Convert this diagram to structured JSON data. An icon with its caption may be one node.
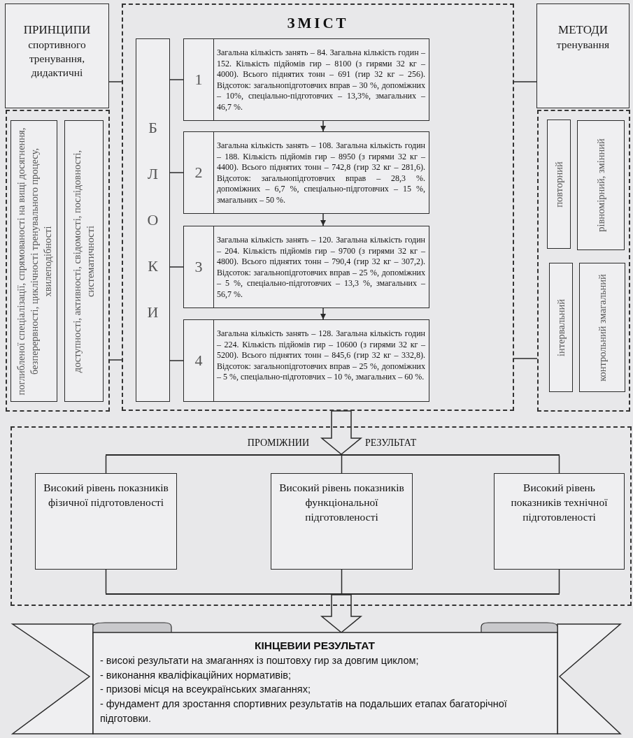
{
  "diagram": {
    "nodes": [
      {
        "text": [
          "ПРИНЦИПИ",
          "спортивного тренування, дидактичні"
        ]
      },
      {
        "text": [],
        "shape": "box"
      },
      {
        "text": [
          "поглибленої спеціалізації, спрямованості на вищі досягнення, безперервності, циклічності тренувального процесу, хвилеподібності"
        ],
        "in": 1
      },
      {
        "text": [
          "доступності, активності, свідомості, послідовності, систематичності"
        ],
        "in": 1
      },
      {
        "text": [
          "ЗМІСТ"
        ]
      },
      {
        "text": [
          "БЛОКИ"
        ],
        "in": 4
      },
      {
        "text": [
          "1",
          "Загальна кількість занять – 84. Загальна кількість годин – 152. Кількість підйомів гир – 8100 (з гирями 32 кг – 4000). Всього піднятих тонн – 691 (гир 32 кг – 256). Відсоток: загальнопідготовчих вправ – 30 %, допоміжних – 10%, спеціально-підготовчих – 13,3%, змагальних – 46,7 %."
        ],
        "in": 4
      },
      {
        "text": [
          "2",
          "Загальна кількість занять – 108. Загальна кількість годин – 188. Кількість підйомів гир – 8950 (з гирями 32 кг – 4400). Всього піднятих тонн – 742,8 (гир 32 кг – 281,6). Відсоток: загальнопідготовчих вправ – 28,3 %. допоміжних – 6,7 %, спеціально-підготовчих – 15 %, змагальних – 50 %."
        ],
        "in": 4
      },
      {
        "text": [
          "3",
          "Загальна кількість занять – 120. Загальна кількість годин – 204. Кількість підйомів гир – 9700 (з гирями 32 кг – 4800). Всього піднятих тонн – 790,4 (гир 32 кг – 307,2). Відсоток: загальнопідготовчих вправ – 25 %, допоміжних – 5 %, спеціально-підготовчих – 13,3 %, змагальних – 56,7 %."
        ],
        "in": 4
      },
      {
        "text": [
          "4",
          "Загальна кількість занять – 128. Загальна кількість годин – 224. Кількість підйомів гир – 10600 (з гирями 32 кг – 5200). Всього піднятих тонн – 845,6 (гир 32 кг – 332,8). Відсоток: загальнопідготовчих вправ – 25 %, допоміжних – 5 %, спеціально-підготовчих – 10 %, змагальних – 60 %."
        ],
        "in": 4
      },
      {
        "text": [
          "МЕТОДИ",
          "тренування"
        ]
      },
      {
        "text": [],
        "shape": "box"
      },
      {
        "text": [
          "повторний"
        ],
        "in": 11
      },
      {
        "text": [
          "рівномірний, змінний"
        ],
        "in": 11
      },
      {
        "text": [
          "інтервальний"
        ],
        "in": 11
      },
      {
        "text": [
          "контрольний змагальний"
        ],
        "in": 11
      },
      {
        "text": [
          "ПРОМІЖНИИ",
          "РЕЗУЛЬТАТ"
        ]
      },
      {
        "text": [],
        "shape": "bar",
        "in": 16
      },
      {
        "text": [
          "Високий рівень показників фізичної підготовленості"
        ],
        "in": 16
      },
      {
        "text": [
          "Високий рівень показників функціональної підготовленості"
        ],
        "in": 16
      },
      {
        "text": [
          "Високий рівень показників технічної підготовленості"
        ],
        "in": 16
      },
      {
        "text": [],
        "shape": "bar",
        "in": 16
      },
      {
        "text": [
          "КІНЦЕВИИ РЕЗУЛЬТАТ",
          "- високі результати на змаганнях із поштовху гир за довгим циклом;",
          "- виконання кваліфікаційних нормативів;",
          "- призові місця на всеукраїнських змаганнях;",
          "- фундамент для зростання спортивних результатів на подальших етапах багаторічної підготовки."
        ]
      }
    ],
    "edges": [
      {
        "from": 0,
        "to": 4,
        "arrow": "none"
      },
      {
        "from": 10,
        "to": 4,
        "arrow": "none"
      },
      {
        "from": 1,
        "to": 4,
        "arrow": "none"
      },
      {
        "from": 4,
        "to": 11,
        "arrow": "none"
      },
      {
        "from": 5,
        "to": 6,
        "arrow": "none"
      },
      {
        "from": 5,
        "to": 7,
        "arrow": "none"
      },
      {
        "from": 5,
        "to": 8,
        "arrow": "none"
      },
      {
        "from": 5,
        "to": 9,
        "arrow": "none"
      },
      {
        "from": 6,
        "to": 7,
        "arrow": "to"
      },
      {
        "from": 7,
        "to": 8,
        "arrow": "to"
      },
      {
        "from": 8,
        "to": 9,
        "arrow": "to"
      },
      {
        "from": 4,
        "to": 17,
        "arrow": "to"
      },
      {
        "from": 17,
        "to": 18,
        "arrow": "none"
      },
      {
        "from": 17,
        "to": 19,
        "arrow": "none"
      },
      {
        "from": 17,
        "to": 20,
        "arrow": "none"
      },
      {
        "from": 18,
        "to": 21,
        "arrow": "none"
      },
      {
        "from": 19,
        "to": 21,
        "arrow": "none"
      },
      {
        "from": 20,
        "to": 21,
        "arrow": "none"
      },
      {
        "from": 21,
        "to": 22,
        "arrow": "to"
      }
    ]
  }
}
